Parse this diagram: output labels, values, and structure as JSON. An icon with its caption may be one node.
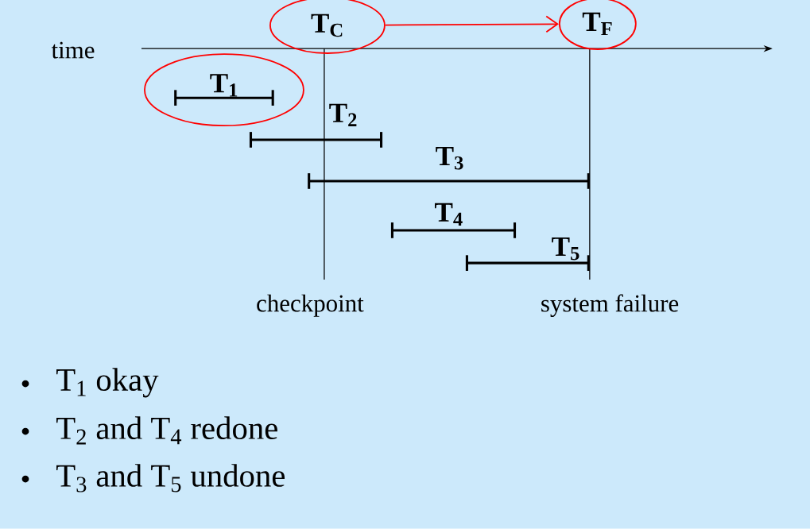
{
  "diagram": {
    "nodes": [
      {
        "text": [
          "T$_{C}$"
        ]
      },
      {
        "text": [
          "T$_{F}$"
        ]
      },
      {
        "text": [
          "T$_{1}$"
        ]
      }
    ],
    "edges": [
      {
        "from": 0,
        "to": 1,
        "arrow": "to",
        "color": "#ff0000"
      }
    ],
    "labels": [
      "time",
      "T$_{2}$",
      "T$_{3}$",
      "T$_{4}$",
      "T$_{5}$",
      "checkpoint",
      "system failure",
      "T$_{1}$ okay",
      "T$_{2}$ and T$_{4}$ redone",
      "T$_{3}$ and T$_{5}$ undone"
    ]
  }
}
